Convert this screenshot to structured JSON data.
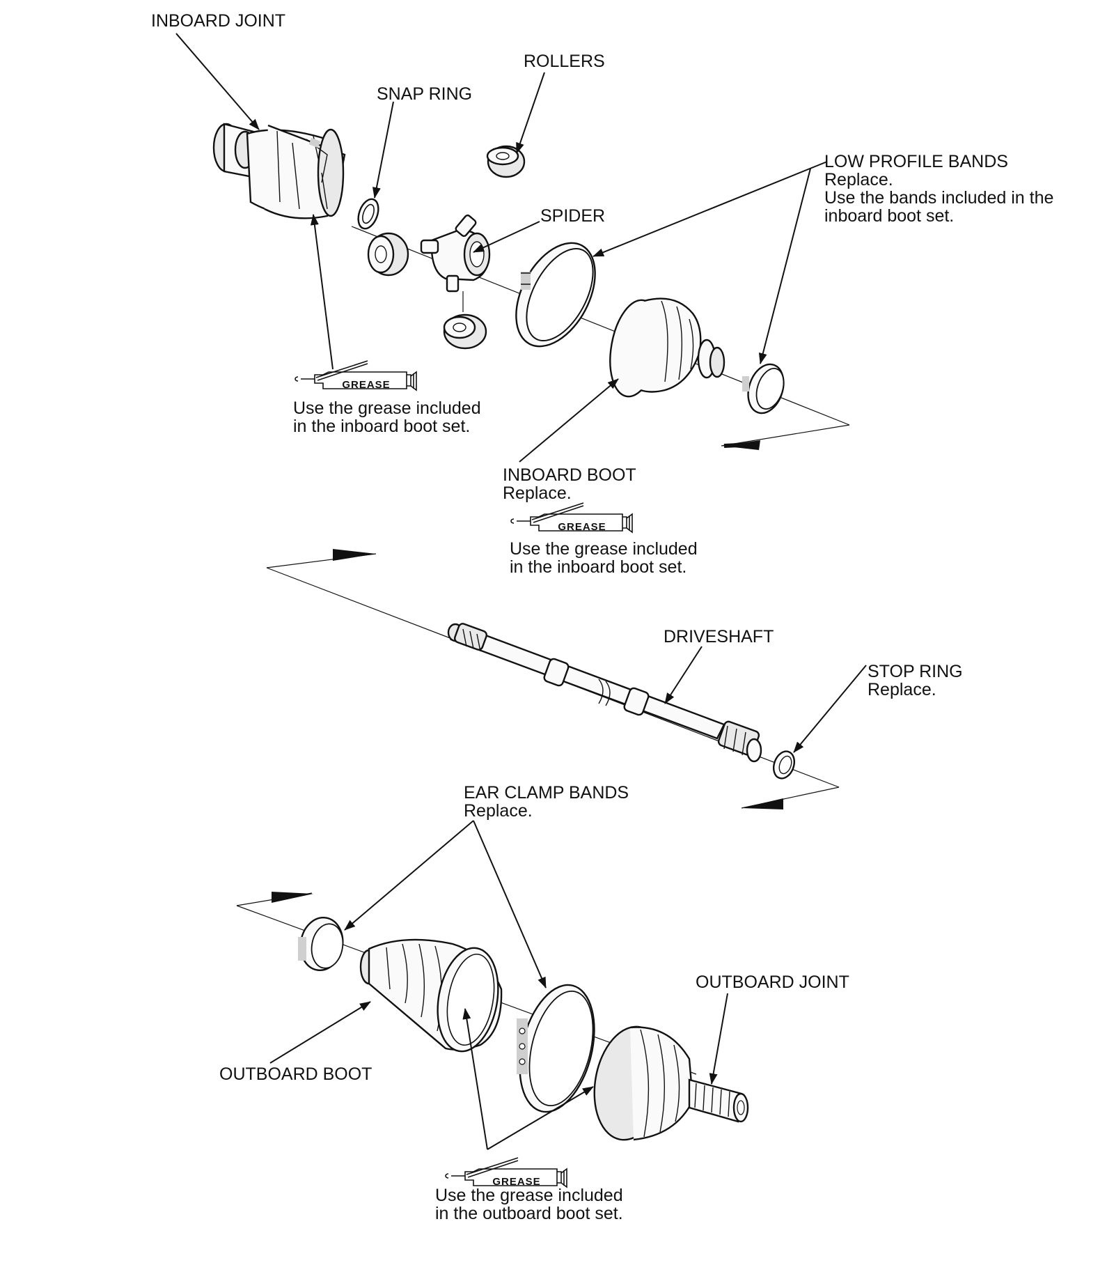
{
  "labels": {
    "inboard_joint": "INBOARD JOINT",
    "snap_ring": "SNAP RING",
    "rollers": "ROLLERS",
    "spider": "SPIDER",
    "low_profile_bands": {
      "title": "LOW PROFILE BANDS",
      "line1": "Replace.",
      "line2": "Use the bands included in the",
      "line3": "inboard boot set."
    },
    "inboard_boot": {
      "title": "INBOARD BOOT",
      "note": "Replace."
    },
    "grease_inboard_joint": {
      "line1": "Use the grease included",
      "line2": "in the inboard boot set."
    },
    "grease_inboard_boot": {
      "line1": "Use the grease included",
      "line2": "in the inboard boot set."
    },
    "driveshaft": "DRIVESHAFT",
    "stop_ring": {
      "title": "STOP RING",
      "note": "Replace."
    },
    "ear_clamp_bands": {
      "title": "EAR CLAMP BANDS",
      "note": "Replace."
    },
    "outboard_joint": "OUTBOARD JOINT",
    "outboard_boot": "OUTBOARD BOOT",
    "grease_outboard": {
      "line1": "Use the grease included",
      "line2": "in the outboard boot set."
    }
  },
  "grease_tag": "GREASE"
}
